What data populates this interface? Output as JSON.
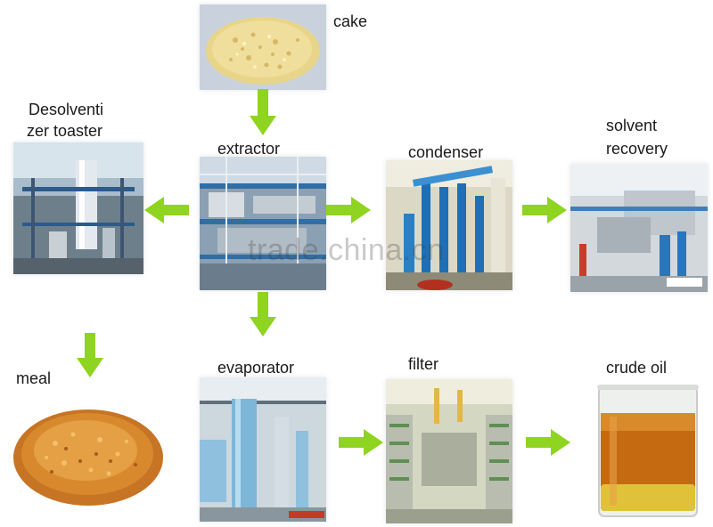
{
  "nodes": {
    "cake": {
      "label": "cake"
    },
    "desolventizer": {
      "label_line1": "Desolventi",
      "label_line2": "zer toaster"
    },
    "extractor": {
      "label": "extractor"
    },
    "condenser": {
      "label": "condenser"
    },
    "solvent_recovery": {
      "label_line1": "solvent",
      "label_line2": "recovery"
    },
    "meal": {
      "label": "meal"
    },
    "evaporator": {
      "label": "evaporator"
    },
    "filter": {
      "label": "filter"
    },
    "crude_oil": {
      "label": "crude oil"
    }
  },
  "watermark": "trade.china.cn",
  "colors": {
    "arrow": "#8fd420",
    "arrow_dark": "#6fb012"
  }
}
